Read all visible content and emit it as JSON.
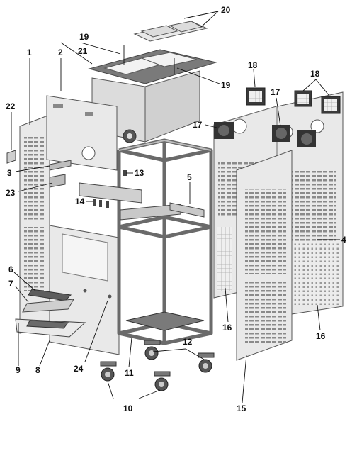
{
  "callouts": {
    "c1": "1",
    "c2": "2",
    "c3": "3",
    "c4": "4",
    "c5": "5",
    "c6": "6",
    "c7": "7",
    "c8": "8",
    "c9": "9",
    "c10": "10",
    "c11": "11",
    "c12": "12",
    "c13": "13",
    "c14": "14",
    "c15": "15",
    "c16a": "16",
    "c16b": "16",
    "c17a": "17",
    "c17b": "17",
    "c18a": "18",
    "c18b": "18",
    "c19a": "19",
    "c19b": "19",
    "c20": "20",
    "c21": "21",
    "c22": "22",
    "c23": "23",
    "c24": "24"
  }
}
